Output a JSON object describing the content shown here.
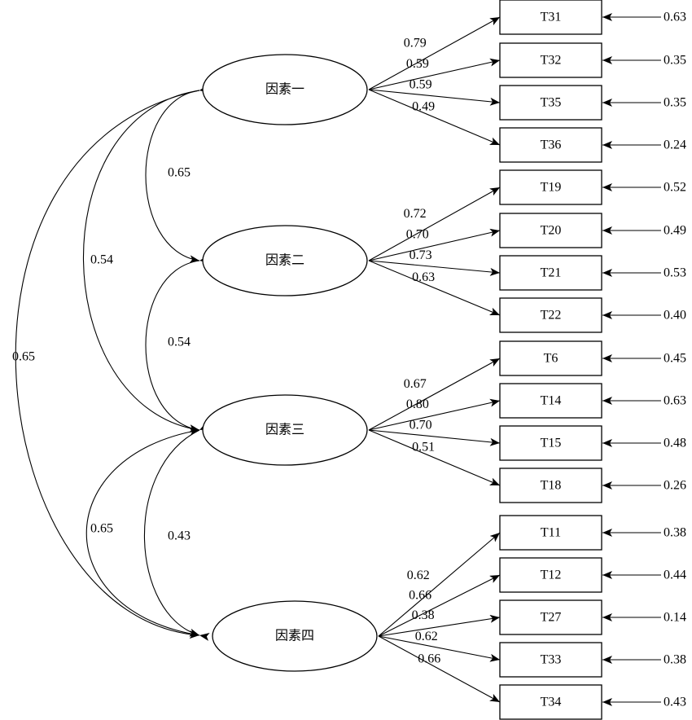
{
  "factors": [
    {
      "id": "f1",
      "label": "因素一"
    },
    {
      "id": "f2",
      "label": "因素二"
    },
    {
      "id": "f3",
      "label": "因素三"
    },
    {
      "id": "f4",
      "label": "因素四"
    }
  ],
  "items": [
    {
      "label": "T31",
      "factor": "f1",
      "loading": "0.79",
      "error": "0.63"
    },
    {
      "label": "T32",
      "factor": "f1",
      "loading": "0.59",
      "error": "0.35"
    },
    {
      "label": "T35",
      "factor": "f1",
      "loading": "0.59",
      "error": "0.35"
    },
    {
      "label": "T36",
      "factor": "f1",
      "loading": "0.49",
      "error": "0.24"
    },
    {
      "label": "T19",
      "factor": "f2",
      "loading": "0.72",
      "error": "0.52"
    },
    {
      "label": "T20",
      "factor": "f2",
      "loading": "0.70",
      "error": "0.49"
    },
    {
      "label": "T21",
      "factor": "f2",
      "loading": "0.73",
      "error": "0.53"
    },
    {
      "label": "T22",
      "factor": "f2",
      "loading": "0.63",
      "error": "0.40"
    },
    {
      "label": "T6",
      "factor": "f3",
      "loading": "0.67",
      "error": "0.45"
    },
    {
      "label": "T14",
      "factor": "f3",
      "loading": "0.80",
      "error": "0.63"
    },
    {
      "label": "T15",
      "factor": "f3",
      "loading": "0.70",
      "error": "0.48"
    },
    {
      "label": "T18",
      "factor": "f3",
      "loading": "0.51",
      "error": "0.26"
    },
    {
      "label": "T11",
      "factor": "f4",
      "loading": "0.62",
      "error": "0.38"
    },
    {
      "label": "T12",
      "factor": "f4",
      "loading": "0.66",
      "error": "0.44"
    },
    {
      "label": "T27",
      "factor": "f4",
      "loading": "0.38",
      "error": "0.14"
    },
    {
      "label": "T33",
      "factor": "f4",
      "loading": "0.62",
      "error": "0.38"
    },
    {
      "label": "T34",
      "factor": "f4",
      "loading": "0.66",
      "error": "0.43"
    }
  ],
  "correlations": [
    {
      "from": "f1",
      "to": "f2",
      "value": "0.65"
    },
    {
      "from": "f1",
      "to": "f3",
      "value": "0.54"
    },
    {
      "from": "f1",
      "to": "f4",
      "value": "0.65"
    },
    {
      "from": "f2",
      "to": "f3",
      "value": "0.54"
    },
    {
      "from": "f3",
      "to": "f4",
      "value": "0.43"
    },
    {
      "from": "f4",
      "to": "f3",
      "value": "0.65"
    }
  ]
}
